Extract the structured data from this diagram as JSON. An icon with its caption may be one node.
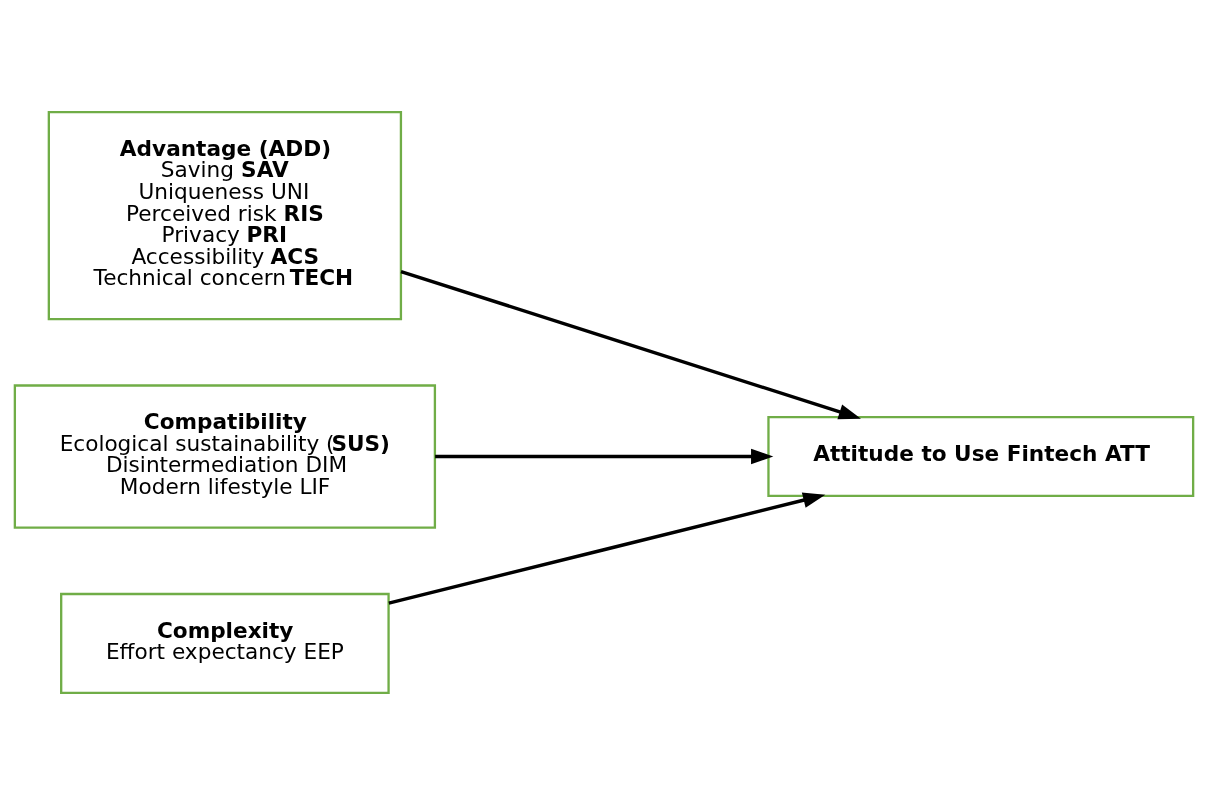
{
  "diagram": {
    "nodes": [
      {
        "text": [
          "Advantage (ADD)",
          "Saving **SAV**",
          "Uniqueness UNI",
          "Perceived risk **RIS**",
          "Privacy **PRI**",
          "Accessibility **ACS**",
          "Technical concern **TECH**"
        ]
      },
      {
        "text": [
          "Compatibility",
          "Ecological sustainability (**SUS)**",
          "Disintermediation DIM",
          "Modern lifestyle LIF"
        ]
      },
      {
        "text": [
          "Complexity",
          "Effort expectancy EEP"
        ]
      },
      {
        "text": [
          "Attitude to Use Fintech ATT"
        ]
      }
    ],
    "edges": [
      {
        "from": 0,
        "to": 3,
        "arrow": "to"
      },
      {
        "from": 1,
        "to": 3,
        "arrow": "to"
      },
      {
        "from": 2,
        "to": 3,
        "arrow": "to"
      }
    ]
  }
}
